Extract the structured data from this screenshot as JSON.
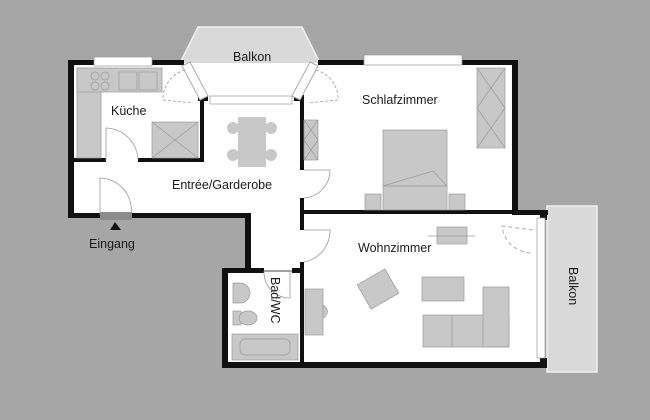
{
  "plan": {
    "background_color": "#a6a6a6",
    "wall_color": "#111111",
    "floor_color": "#ffffff",
    "furniture_color": "#c8c8c8",
    "balcony_color": "#d9d9d9"
  },
  "rooms": {
    "kitchen": "Küche",
    "entrance": "Entrée/Garderobe",
    "bedroom": "Schlafzimmer",
    "living": "Wohnzimmer",
    "bath": "Bad/WC",
    "balcony_top": "Balkon",
    "balcony_right": "Balkon"
  },
  "entry": {
    "label": "Eingang",
    "icon": "arrow-up-triangle-icon"
  }
}
